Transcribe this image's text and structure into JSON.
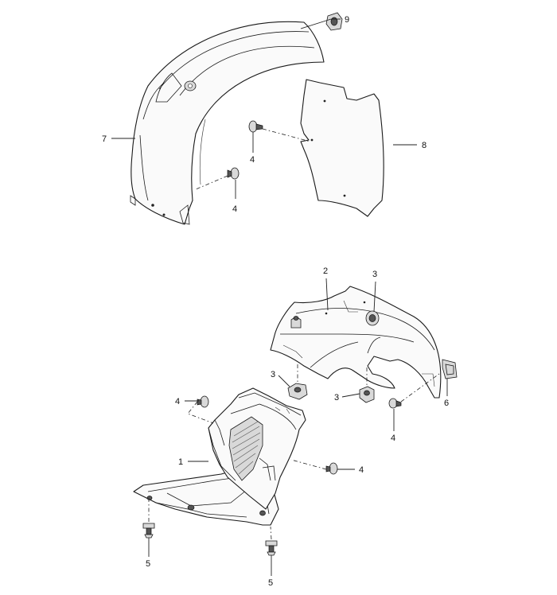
{
  "callouts": {
    "c1": "1",
    "c2": "2",
    "c3a": "3",
    "c3b": "3",
    "c3c": "3",
    "c4a": "4",
    "c4b": "4",
    "c4c": "4",
    "c4d": "4",
    "c4e": "4",
    "c5a": "5",
    "c5b": "5",
    "c6": "6",
    "c7": "7",
    "c8": "8",
    "c9": "9"
  }
}
